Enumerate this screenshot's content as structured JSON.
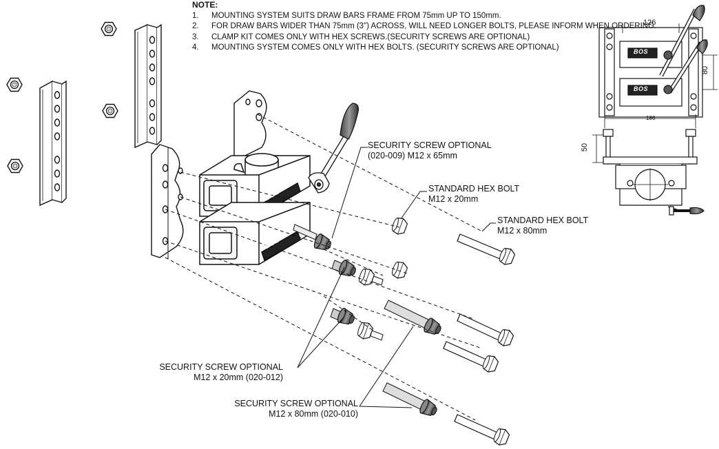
{
  "notes": {
    "title": "NOTE:",
    "items": [
      {
        "num": "1.",
        "text": "MOUNTING SYSTEM  SUITS DRAW BARS FRAME FROM 75mm UP TO 150mm."
      },
      {
        "num": "2.",
        "text": "FOR DRAW BARS WIDER THAN 75mm (3\")  ACROSS, WILL NEED LONGER BOLTS, PLEASE INFORM WHEN ORDERING."
      },
      {
        "num": "3.",
        "text": "CLAMP KIT COMES ONLY WITH HEX SCREWS.(SECURITY SCREWS ARE OPTIONAL)"
      },
      {
        "num": "4.",
        "text": "MOUNTING SYSTEM COMES ONLY WITH HEX BOLTS. (SECURITY SCREWS ARE OPTIONAL)"
      }
    ]
  },
  "callouts": {
    "security_65": {
      "line1": "SECURITY SCREW OPTIONAL",
      "line2": "(020-009) M12 x 65mm"
    },
    "hex_20": {
      "line1": "STANDARD HEX BOLT",
      "line2": "M12 x 20mm"
    },
    "hex_80": {
      "line1": "STANDARD HEX BOLT",
      "line2": "M12 x 80mm"
    },
    "security_20": {
      "line1": "SECURITY SCREW OPTIONAL",
      "line2": "M12 x 20mm (020-012)"
    },
    "security_80": {
      "line1": "SECURITY SCREW OPTIONAL",
      "line2": "M12 x 80mm (020-010)"
    }
  },
  "dimensions": {
    "top_width": "126",
    "height": "80",
    "bottom_width": "186",
    "side_height": "50"
  },
  "brand": {
    "mark": "BOS"
  }
}
